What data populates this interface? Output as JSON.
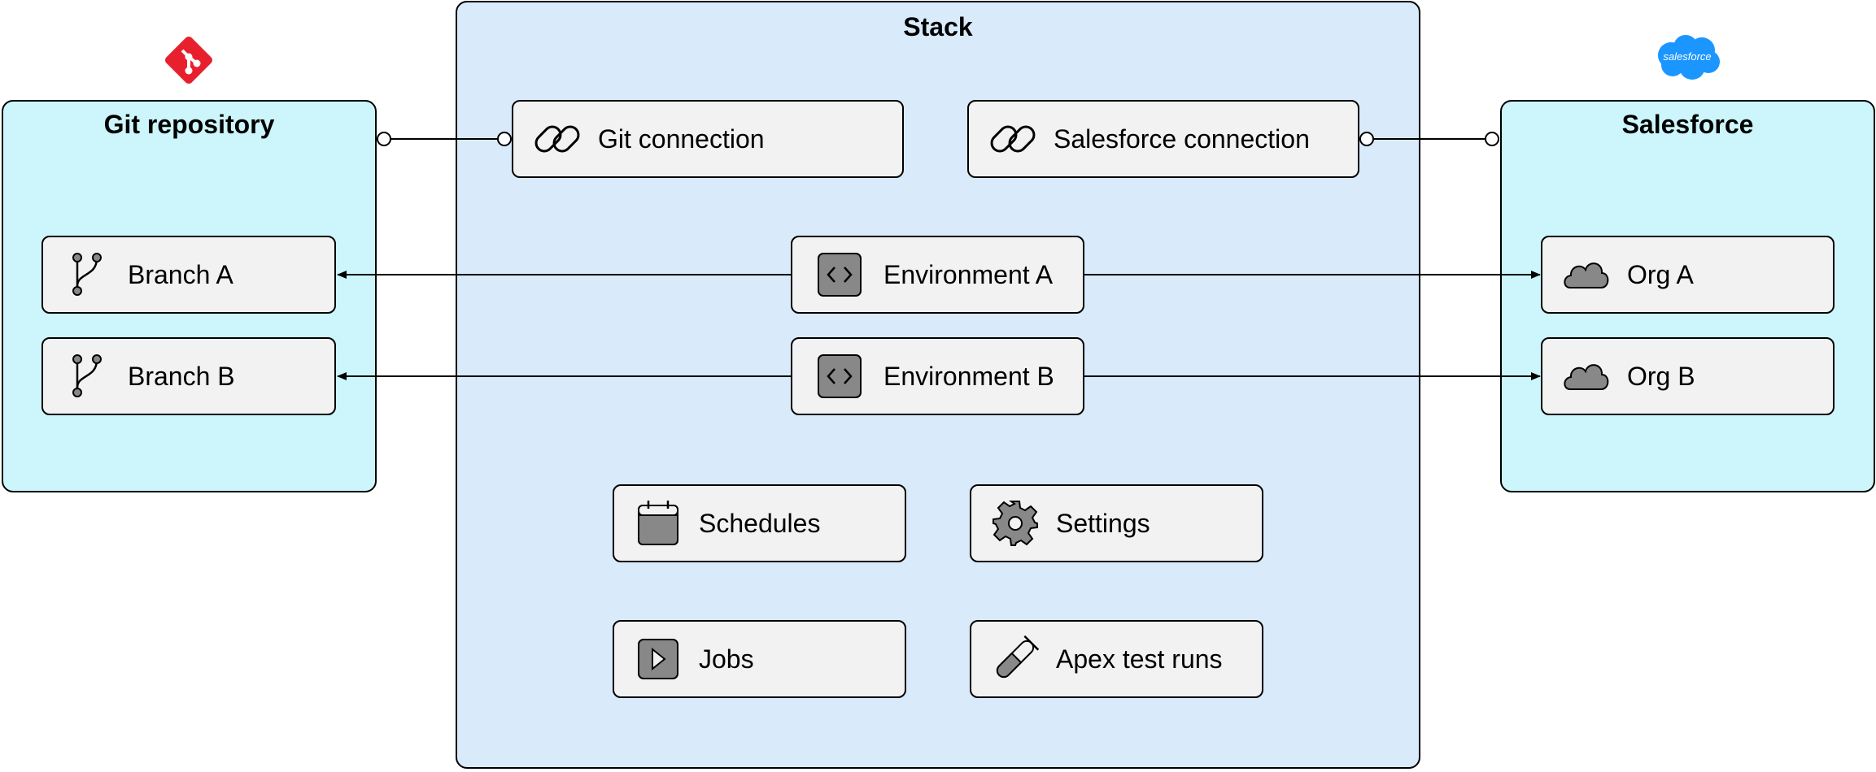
{
  "stack": {
    "title": "Stack"
  },
  "git_repo": {
    "title": "Git repository",
    "logo": "git-logo-icon",
    "branches": [
      {
        "label": "Branch A",
        "icon": "git-branch-icon"
      },
      {
        "label": "Branch B",
        "icon": "git-branch-icon"
      }
    ]
  },
  "salesforce": {
    "title": "Salesforce",
    "logo": "salesforce-cloud-logo",
    "logo_text": "salesforce",
    "orgs": [
      {
        "label": "Org A",
        "icon": "cloud-icon"
      },
      {
        "label": "Org B",
        "icon": "cloud-icon"
      }
    ]
  },
  "connections": {
    "git": {
      "label": "Git connection",
      "icon": "link-icon"
    },
    "salesforce": {
      "label": "Salesforce connection",
      "icon": "link-icon"
    }
  },
  "environments": [
    {
      "label": "Environment A",
      "icon": "code-icon"
    },
    {
      "label": "Environment B",
      "icon": "code-icon"
    }
  ],
  "features": {
    "schedules": {
      "label": "Schedules",
      "icon": "calendar-icon"
    },
    "settings": {
      "label": "Settings",
      "icon": "gear-icon"
    },
    "jobs": {
      "label": "Jobs",
      "icon": "play-icon"
    },
    "apex_test_runs": {
      "label": "Apex test runs",
      "icon": "test-tube-icon"
    }
  },
  "colors": {
    "stack_fill": "#d9eafb",
    "group_fill": "#ccf6fb",
    "node_fill": "#f2f2f2",
    "icon_fill": "#888888",
    "git_brand": "#e8202e",
    "salesforce_brand": "#1b96ff"
  }
}
